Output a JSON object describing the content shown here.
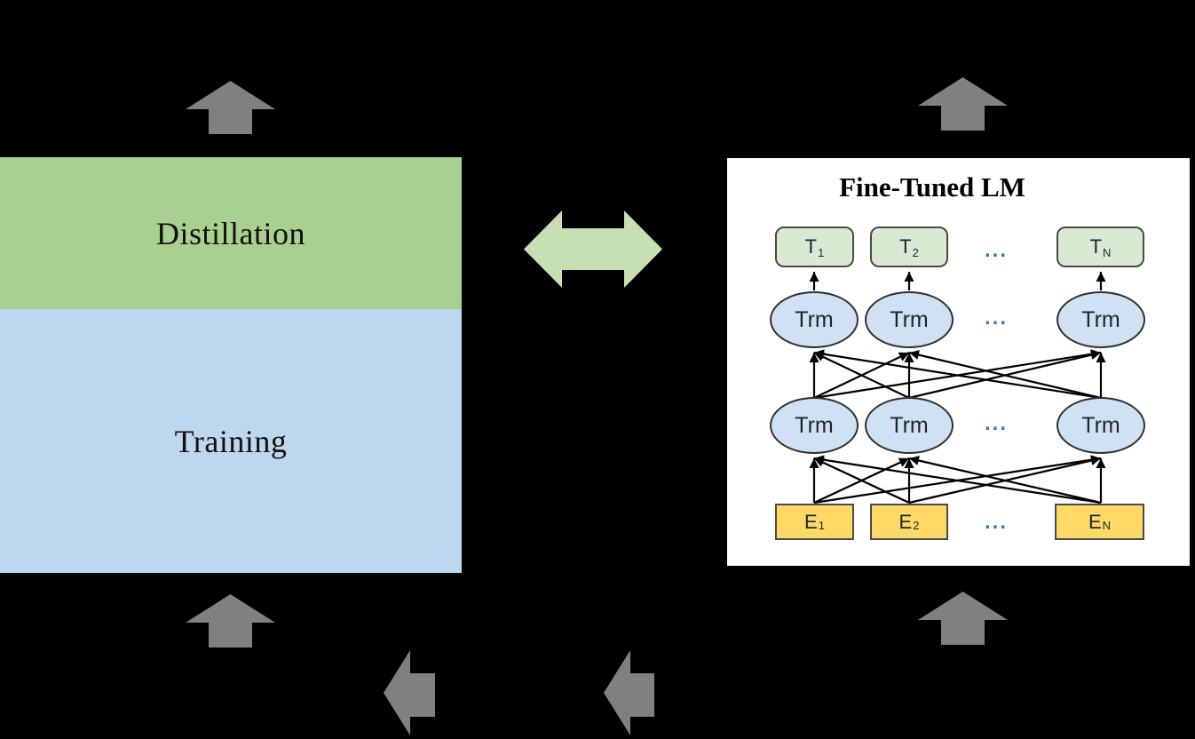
{
  "canvas": {
    "background": "#000000"
  },
  "left_panel": {
    "sections": [
      {
        "label": "Distillation",
        "color": "#a9d08e"
      },
      {
        "label": "Training",
        "color": "#bdd7ee"
      }
    ]
  },
  "exchange_arrow": {
    "color": "#c6e0b4"
  },
  "flow_arrows": {
    "color": "#808080"
  },
  "finetuned_lm": {
    "title": "Fine-Tuned LM",
    "background": "#ffffff",
    "line_color": "#000000",
    "ellipsis": "...",
    "ellipsis_color": "#4472c4",
    "token_boxes": {
      "fill": "#d9ead3",
      "items": [
        {
          "base": "T",
          "sub": "1"
        },
        {
          "base": "T",
          "sub": "2"
        },
        {
          "base": "T",
          "sub": "N"
        }
      ]
    },
    "transformer_nodes": {
      "fill": "#cfe2f3",
      "label": "Trm"
    },
    "embedding_boxes": {
      "fill": "#ffd966",
      "items": [
        {
          "base": "E",
          "sub": "1"
        },
        {
          "base": "E",
          "sub": "2"
        },
        {
          "base": "E",
          "sub": "N"
        }
      ]
    }
  }
}
